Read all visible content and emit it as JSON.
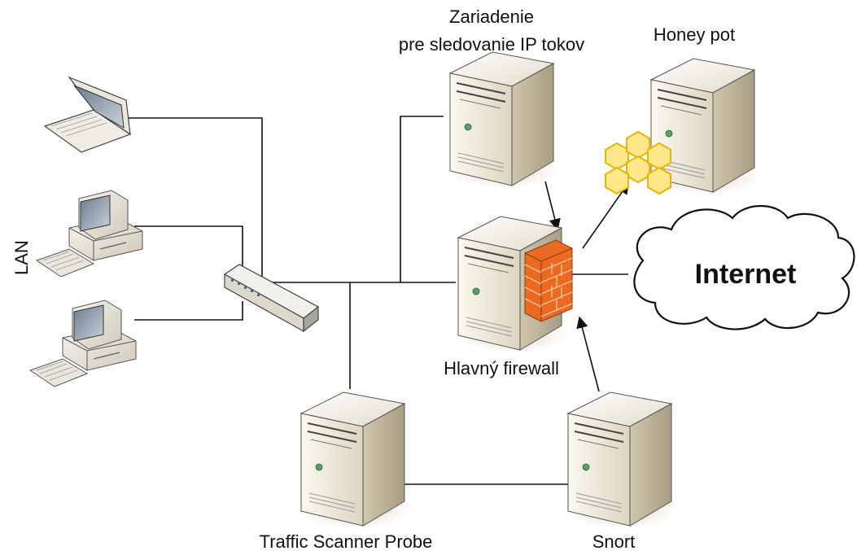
{
  "labels": {
    "ip_flow_line1": "Zariadenie",
    "ip_flow_line2": "pre sledovanie IP tokov",
    "honeypot": "Honey pot",
    "internet": "Internet",
    "lan": "LAN",
    "firewall": "Hlavný firewall",
    "traffic_scanner": "Traffic Scanner Probe",
    "snort": "Snort"
  },
  "colors": {
    "server_light": "#f3efe4",
    "server_mid": "#d9d1bc",
    "server_dark": "#b9ae94",
    "firewall_brick": "#f0762a",
    "honeycomb": "#f5c400",
    "cloud_fill": "#ffffff",
    "line": "#111111"
  },
  "icons": {
    "laptop": "laptop-icon",
    "pc": "desktop-pc-icon",
    "switch": "network-switch-icon",
    "server": "tower-server-icon",
    "firewall": "brick-firewall-icon",
    "honeycomb": "honeycomb-icon",
    "cloud": "cloud-icon"
  }
}
